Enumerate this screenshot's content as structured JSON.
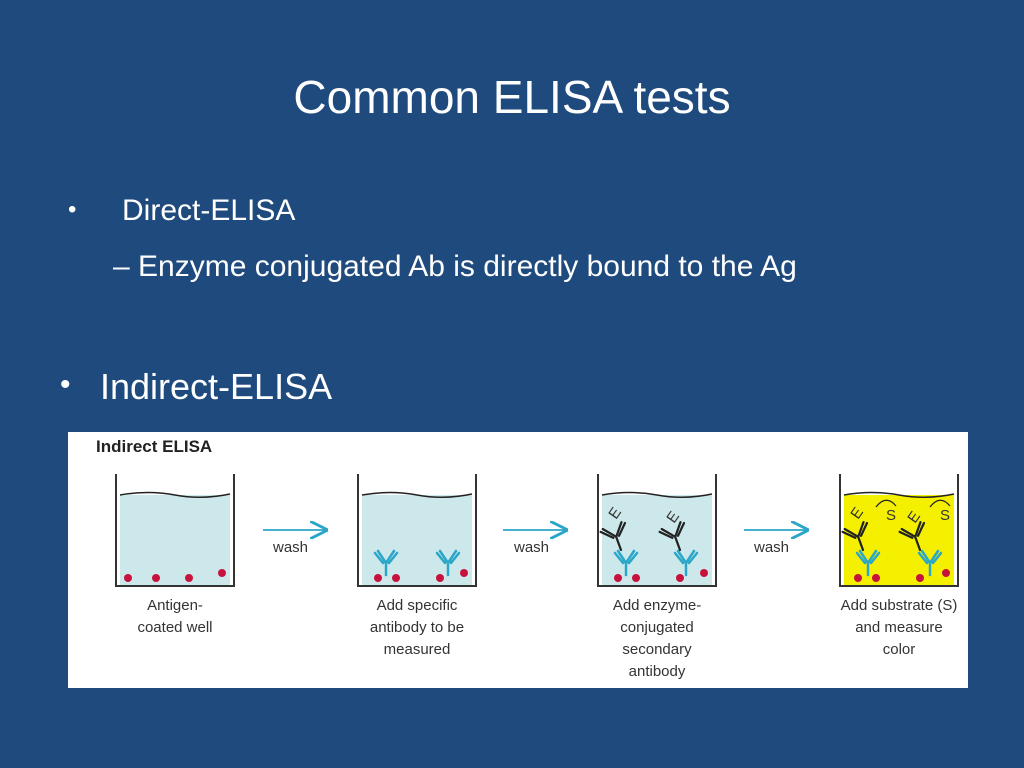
{
  "slide": {
    "title": "Common ELISA tests",
    "bullet1": "Direct-ELISA",
    "bullet1_sub": "– Enzyme conjugated Ab is directly bound to the Ag",
    "bullet2": "Indirect-ELISA",
    "bullet_glyph": "•"
  },
  "figure": {
    "title": "Indirect ELISA",
    "wash_label": "wash",
    "steps": [
      {
        "lines": [
          "Antigen-",
          "coated well"
        ]
      },
      {
        "lines": [
          "Add specific",
          "antibody to be",
          "measured"
        ]
      },
      {
        "lines": [
          "Add enzyme-",
          "conjugated",
          "secondary",
          "antibody"
        ]
      },
      {
        "lines": [
          "Add substrate (S)",
          "and measure",
          "color"
        ]
      }
    ],
    "enzyme_letter": "E",
    "substrate_letter": "S"
  },
  "colors": {
    "background": "#1f4a7d",
    "well_liquid": "#cde8ea",
    "substrate_liquid": "#f4f000",
    "antigen": "#c8123e",
    "primary_antibody": "#2aa6c8",
    "arrow": "#2aa6c8"
  }
}
